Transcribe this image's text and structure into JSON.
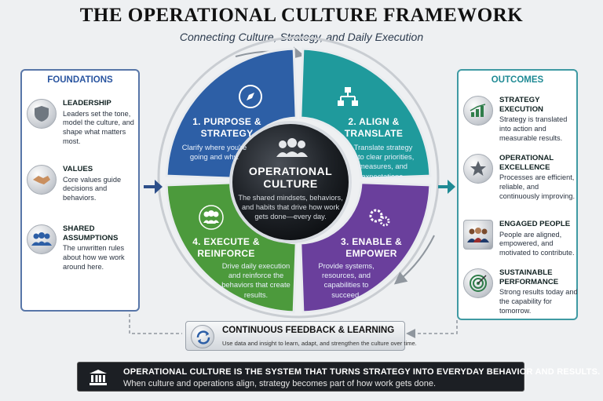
{
  "title": "THE OPERATIONAL CULTURE FRAMEWORK",
  "subtitle": "Connecting Culture, Strategy, and Daily Execution",
  "foundations": {
    "heading": "FOUNDATIONS",
    "items": [
      {
        "title": "LEADERSHIP",
        "desc": "Leaders set the tone, model the culture, and shape what matters most.",
        "icon": "shield-icon"
      },
      {
        "title": "VALUES",
        "desc": "Core values guide decisions and behaviors.",
        "icon": "handshake-icon"
      },
      {
        "title": "SHARED ASSUMPTIONS",
        "desc": "The unwritten rules about how we work around here.",
        "icon": "group-icon"
      }
    ]
  },
  "outcomes": {
    "heading": "OUTCOMES",
    "items": [
      {
        "title": "STRATEGY EXECUTION",
        "desc": "Strategy is translated into action and measurable results.",
        "icon": "growth-chart-icon"
      },
      {
        "title": "OPERATIONAL EXCELLENCE",
        "desc": "Processes are efficient, reliable, and continuously improving.",
        "icon": "star-icon"
      },
      {
        "title": "ENGAGED PEOPLE",
        "desc": "People are aligned, empowered, and motivated to contribute.",
        "icon": "people-icon"
      },
      {
        "title": "SUSTAINABLE PERFORMANCE",
        "desc": "Strong results today and the capability for tomorrow.",
        "icon": "target-icon"
      }
    ]
  },
  "quadrants": [
    {
      "label": "1. PURPOSE & STRATEGY",
      "desc": "Clarify where you're going and why.",
      "color": "#2d5fa6",
      "icon": "compass-icon"
    },
    {
      "label": "2. ALIGN & TRANSLATE",
      "desc": "Translate strategy into clear priorities, measures, and expectations.",
      "color": "#1f9a9c",
      "icon": "org-chart-icon"
    },
    {
      "label": "3. ENABLE & EMPOWER",
      "desc": "Provide systems, resources, and capabilities to succeed.",
      "color": "#6a3f9c",
      "icon": "gears-icon"
    },
    {
      "label": "4. EXECUTE & REINFORCE",
      "desc": "Drive daily execution and reinforce the behaviors that create results.",
      "color": "#4c9a3c",
      "icon": "team-icon"
    }
  ],
  "center": {
    "title": "OPERATIONAL CULTURE",
    "desc": "The shared mindsets, behaviors, and habits that drive how work gets done—every day."
  },
  "feedback": {
    "title": "CONTINUOUS FEEDBACK & LEARNING",
    "desc": "Use data and insight to learn, adapt, and strengthen the culture over time."
  },
  "banner": {
    "headline": "OPERATIONAL CULTURE IS THE SYSTEM THAT TURNS STRATEGY INTO EVERYDAY BEHAVIOR AND RESULTS.",
    "sub": "When culture and operations align, strategy becomes part of how work gets done."
  }
}
